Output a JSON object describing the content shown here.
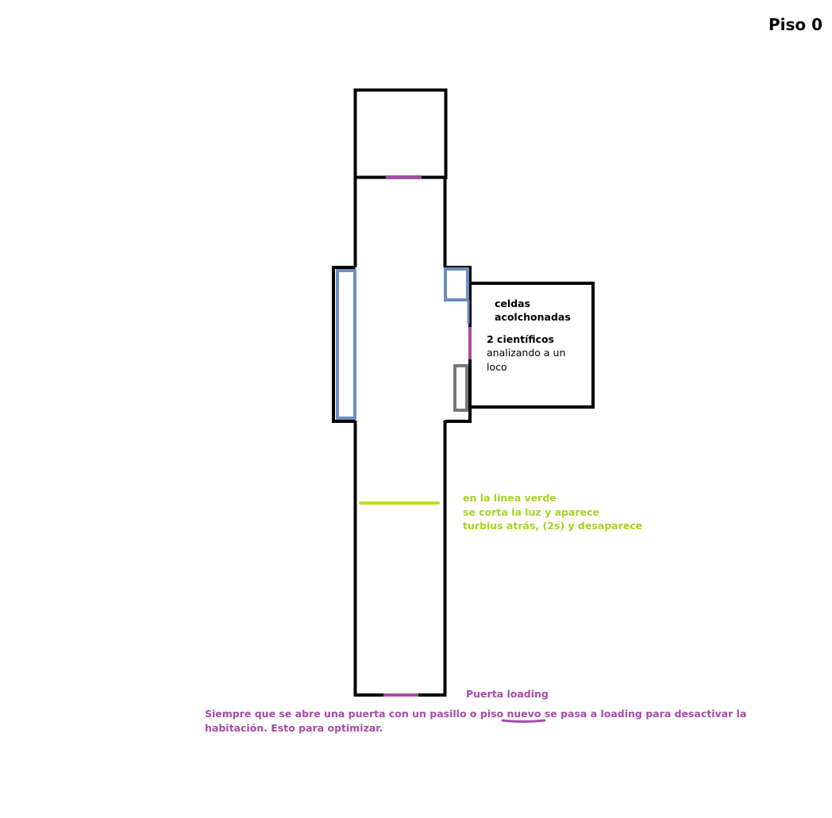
{
  "floor": {
    "title": "Piso 0"
  },
  "room": {
    "title": "celdas acolchonadas",
    "occupants_bold": "2 científicos",
    "occupants_desc": "analizando a un loco"
  },
  "green_line_note": {
    "lines": [
      "en la linea verde",
      "se corta la luz y aparece",
      "turbius atrás, (2s) y desaparece"
    ]
  },
  "door_label": "Puerta loading",
  "note": "Siempre que se abre una puerta con un pasillo o piso nuevo se pasa a loading para desactivar la habitación. Esto para optimizar.",
  "colors": {
    "wall": "#000000",
    "door": "#a64ca6",
    "window": "#6b8fc0",
    "grey_object": "#777777",
    "trigger_line": "#bce21e"
  }
}
